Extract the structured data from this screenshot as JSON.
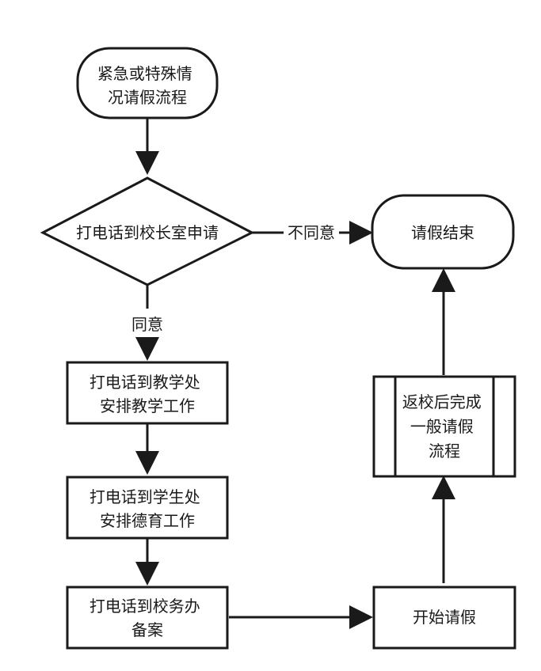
{
  "nodes": {
    "start": {
      "lines": [
        "紧急或特殊情",
        "况请假流程"
      ]
    },
    "decision": {
      "lines": [
        "打电话到校长室申请"
      ]
    },
    "end": {
      "lines": [
        "请假结束"
      ]
    },
    "teaching": {
      "lines": [
        "打电话到教学处",
        "安排教学工作"
      ]
    },
    "student": {
      "lines": [
        "打电话到学生处",
        "安排德育工作"
      ]
    },
    "affairs": {
      "lines": [
        "打电话到校务办",
        "备案"
      ]
    },
    "begin_leave": {
      "lines": [
        "开始请假"
      ]
    },
    "general_flow": {
      "lines": [
        "返校后完成",
        "一般请假",
        "流程"
      ]
    }
  },
  "edges": {
    "disagree_label": "不同意",
    "agree_label": "同意"
  },
  "colors": {
    "stroke": "#1a1a1a",
    "fill": "#ffffff"
  }
}
